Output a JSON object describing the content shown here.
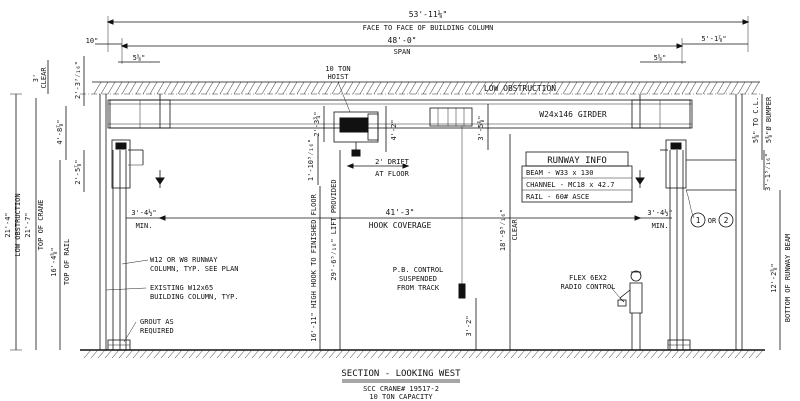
{
  "dimensions": {
    "overall": "53'-11⅛\"",
    "face_to_face": "FACE TO FACE OF BUILDING COLUMN",
    "left_offset": "10\"",
    "span": "48'-0\"",
    "span_label": "SPAN",
    "right_offset": "5'-1⅞\"",
    "left_5_5_8": "5⅝\"",
    "right_5_5_8": "5⅝\"",
    "left_clear": "3'",
    "clear_label": "CLEAR",
    "left_2_3_16": "2'-3⁷⁄₁₆\"",
    "left_4_8_7_8": "4'-8⅞\"",
    "left_2_5_7_8": "2'-5⅞\"",
    "top_crane_value": "21'-7\"",
    "top_crane_label": "TOP OF CRANE",
    "low_obst_value": "21'-4\"",
    "low_obst_label": "LOW OBSTRUCTION",
    "top_rail_value": "16'-4⅝\"",
    "top_rail_label": "TOP OF RAIL",
    "hoist_2_3_4": "2'-3¾\"",
    "hoist_4_2": "4'-2\"",
    "hoist_1_10": "1'-10⁵⁄₁₆\"",
    "min_left_dim": "3'-4½\"",
    "min_right_dim": "3'-4½\"",
    "min_label": "MIN.",
    "hook_cov_value": "41'-3\"",
    "hook_cov_label": "HOOK COVERAGE",
    "girder_clear": "3'-5⅜\"",
    "clear_18": "18'-9⁵⁄₁₆\"",
    "clear_18_label": "CLEAR",
    "hook_lift_dim": "29'-6⁵⁄₁₆\" LIFT PROVIDED",
    "high_hook": "16'-11\" HIGH HOOK TO FINISHED FLOOR",
    "pb_3_2": "3'-2\"",
    "right_3_1": "3'-1⁵⁄₁₆\"",
    "right_5_3": "5⅜\" TO C.L.",
    "right_5_3_b": "5⅜\"Ø BUMPER",
    "right_12": "12'-2⅝\"",
    "bot_runway": "BOTTOM OF RUNWAY BEAM"
  },
  "labels": {
    "low_obstruction": "LOW OBSTRUCTION",
    "hoist_1": "10 TON",
    "hoist_2": "HOIST",
    "girder": "W24x146 GIRDER",
    "drift_1": "2' DRIFT",
    "drift_2": "AT FLOOR",
    "runway_col_1": "W12 OR W8 RUNWAY",
    "runway_col_2": "COLUMN, TYP. SEE PLAN",
    "exist_col_1": "EXISTING W12x65",
    "exist_col_2": "BUILDING COLUMN, TYP.",
    "grout_1": "GROUT AS",
    "grout_2": "REQUIRED",
    "pb_1": "P.B. CONTROL",
    "pb_2": "SUSPENDED",
    "pb_3": "FROM TRACK",
    "flex_1": "FLEX 6EX2",
    "flex_2": "RADIO CONTROL",
    "callout_1": "1",
    "callout_or": "OR",
    "callout_2": "2"
  },
  "runway_info": {
    "title": "RUNWAY INFO",
    "rows": [
      "BEAM - W33 x 130",
      "CHANNEL - MC18 x 42.7",
      "RAIL - 60# ASCE"
    ]
  },
  "title_block": {
    "title": "SECTION - LOOKING WEST",
    "line1": "SCC CRANE# 19517-2",
    "line2": "10 TON CAPACITY"
  }
}
